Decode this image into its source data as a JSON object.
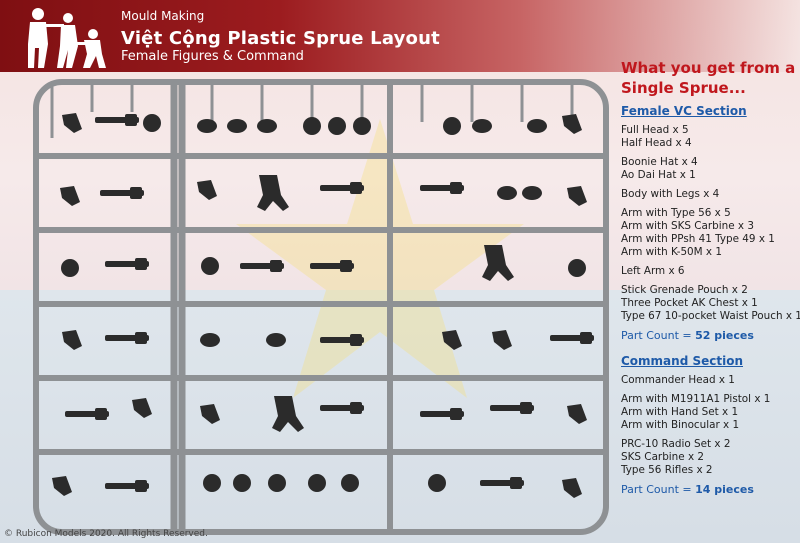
{
  "header": {
    "kicker": "Mould Making",
    "title": "Việt Cộng Plastic Sprue Layout",
    "subtitle": "Female Figures & Command"
  },
  "panel": {
    "heading_line1": "What you get from a",
    "heading_line2": "Single Sprue...",
    "sections": [
      {
        "title": "Female VC Section",
        "groups": [
          [
            "Full Head x 5",
            "Half Head x 4"
          ],
          [
            "Boonie Hat x 4",
            "Ao Dai Hat x 1"
          ],
          [
            "Body with Legs x 4"
          ],
          [
            "Arm with Type 56 x 5",
            "Arm with SKS Carbine x 3",
            "Arm with PPsh 41 Type 49 x 1",
            "Arm with K-50M x 1"
          ],
          [
            "Left Arm x 6"
          ],
          [
            "Stick Grenade Pouch x 2",
            "Three Pocket AK Chest x 1",
            "Type 67 10-pocket Waist Pouch x 1"
          ]
        ],
        "count_label": "Part Count = ",
        "count_value": "52 pieces"
      },
      {
        "title": "Command Section",
        "groups": [
          [
            "Commander Head x 1"
          ],
          [
            "Arm with M1911A1 Pistol x 1",
            "Arm with Hand Set x 1",
            "Arm with Binocular x 1"
          ],
          [
            "PRC-10 Radio Set x 2",
            "SKS Carbine x 2",
            "Type 56 Rifles x 2"
          ]
        ],
        "count_label": "Part Count = ",
        "count_value": "14 pieces"
      }
    ]
  },
  "footer": {
    "copyright": "© Rubicon Models 2020. All Rights Reserved."
  },
  "colors": {
    "accent_red": "#c0171d",
    "link_blue": "#1e5aa8",
    "sprue_gray": "#8e9194",
    "part_dark": "#2b2b2b"
  }
}
